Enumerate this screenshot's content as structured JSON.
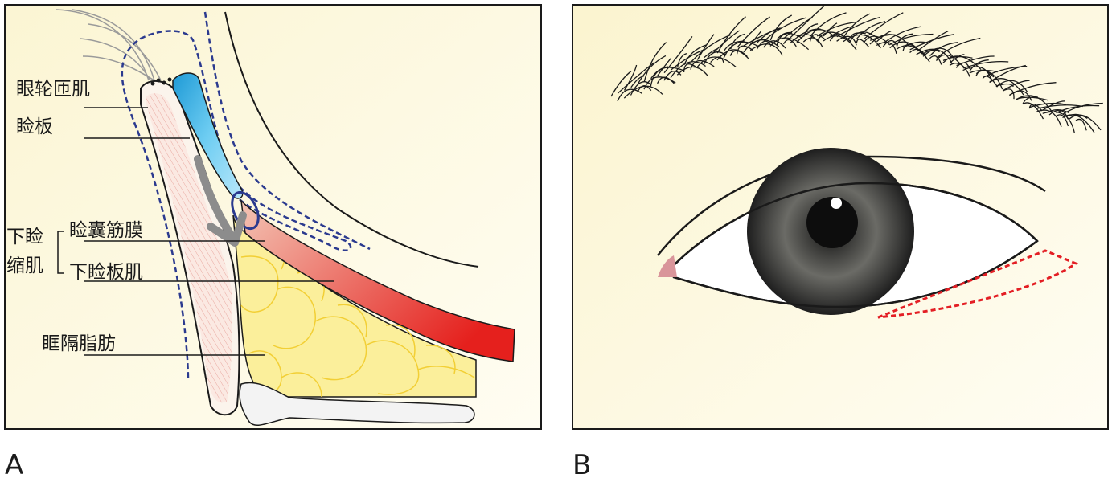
{
  "panels": {
    "a": {
      "letter": "A",
      "labels": {
        "orbicularis": "眼轮匝肌",
        "tarsus": "睑板",
        "lower_retractor_line1": "下睑",
        "lower_retractor_line2": "缩肌",
        "capsulopalpebral_fascia": "睑囊筋膜",
        "inferior_tarsal_muscle": "下睑板肌",
        "orbital_fat": "眶隔脂肪"
      }
    },
    "b": {
      "letter": "B"
    }
  },
  "colors": {
    "panel_bg": "#fdf9e3",
    "frame": "#1a1a1a",
    "dashed_blue": "#2b3a8f",
    "orbicularis_blue": "#49b9e8",
    "muscle_red": "#e8342a",
    "fat_yellow": "#fbef9b",
    "fat_lines": "#f2d23a",
    "arrow_gray": "#8c8c8c",
    "incision_red": "#e31e24",
    "caruncle_pink": "#d9959a"
  }
}
